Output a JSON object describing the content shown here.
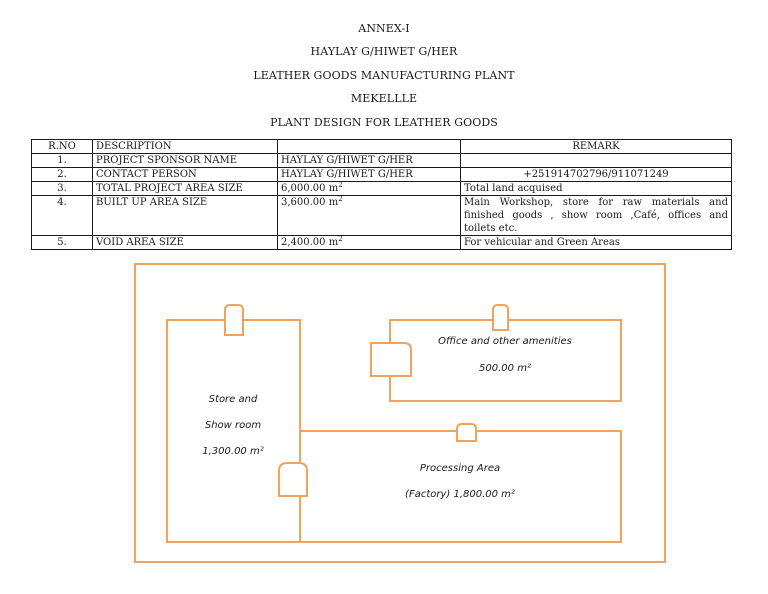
{
  "headings": {
    "annex": "ANNEX-I",
    "sponsor": "HAYLAY G/HIWET G/HER",
    "plant": "LEATHER GOODS MANUFACTURING PLANT",
    "city": "MEKELLLE",
    "design": "PLANT DESIGN FOR LEATHER GOODS"
  },
  "table": {
    "headers": {
      "no": "R.NO",
      "description": "DESCRIPTION",
      "value": "",
      "remark": "REMARK"
    },
    "rows": [
      {
        "no": "1.",
        "description": "PROJECT SPONSOR NAME",
        "value": "HAYLAY  G/HIWET G/HER",
        "remark": ""
      },
      {
        "no": "2.",
        "description": "CONTACT PERSON",
        "value": "HAYLAY  G/HIWET G/HER",
        "remark": "+251914702796/911071249"
      },
      {
        "no": "3.",
        "description": "TOTAL PROJECT AREA SIZE",
        "value": "6,000.00 m",
        "unit_sup": "2",
        "remark": "Total land acquised"
      },
      {
        "no": "4.",
        "description": "BUILT UP AREA SIZE",
        "value": "3,600.00 m",
        "unit_sup": "2",
        "remark": "Main Workshop, store for raw materials and finished goods , show room ,Café, offices and toilets etc."
      },
      {
        "no": "5.",
        "description": "VOID AREA SIZE",
        "value": "2,400.00 m",
        "unit_sup": "2",
        "remark": "For vehicular and Green Areas"
      }
    ]
  },
  "plan": {
    "line_color": "#f0a35e",
    "office": {
      "line1": "Office and other amenities",
      "line2": "500.00 m²"
    },
    "store": {
      "line1": "Store and",
      "line2": "Show room",
      "line3": "1,300.00 m²"
    },
    "processing": {
      "line1": "Processing Area",
      "line2": "(Factory) 1,800.00 m²"
    }
  }
}
